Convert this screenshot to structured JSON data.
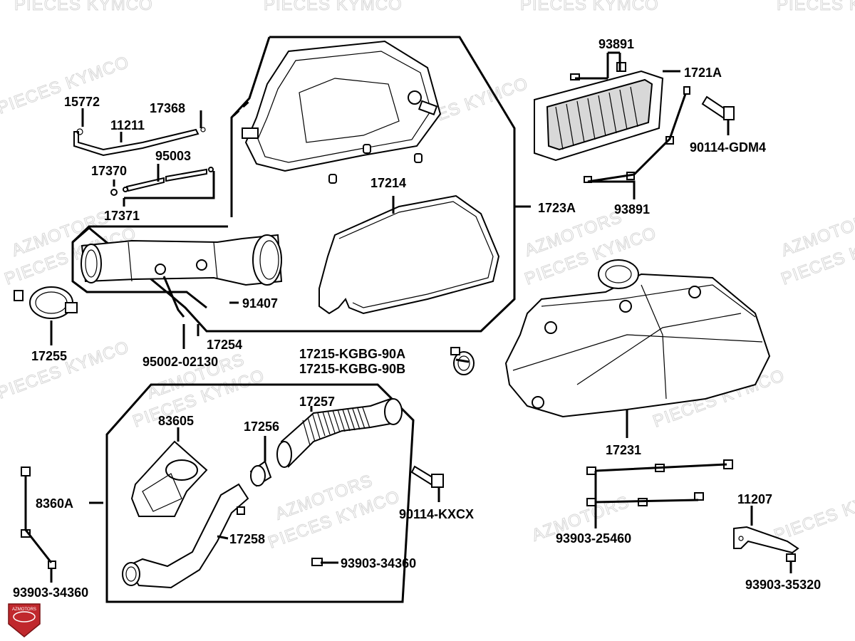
{
  "watermark": {
    "line1": "AZMOTORS",
    "line2": "PIECES KYMCO"
  },
  "badge": {
    "text": "AZMOTORS",
    "color": "#c0282d"
  },
  "labels": {
    "p15772": "15772",
    "p11211": "11211",
    "p17368": "17368",
    "p95003": "95003",
    "p17370": "17370",
    "p17371": "17371",
    "p17255": "17255",
    "p91407": "91407",
    "p17254": "17254",
    "p95002": "95002-02130",
    "p17214": "17214",
    "p1723A": "1723A",
    "p93891a": "93891",
    "p1721A": "1721A",
    "p90114GDM4": "90114-GDM4",
    "p93891b": "93891",
    "p17215a": "17215-KGBG-90A",
    "p17215b": "17215-KGBG-90B",
    "p17231": "17231",
    "p17257": "17257",
    "p17256": "17256",
    "p83605": "83605",
    "p8360A": "8360A",
    "p17258": "17258",
    "p90114KXCX": "90114-KXCX",
    "p93903_34360a": "93903-34360",
    "p93903_34360b": "93903-34360",
    "p93903_25460": "93903-25460",
    "p11207": "11207",
    "p93903_35320": "93903-35320"
  }
}
